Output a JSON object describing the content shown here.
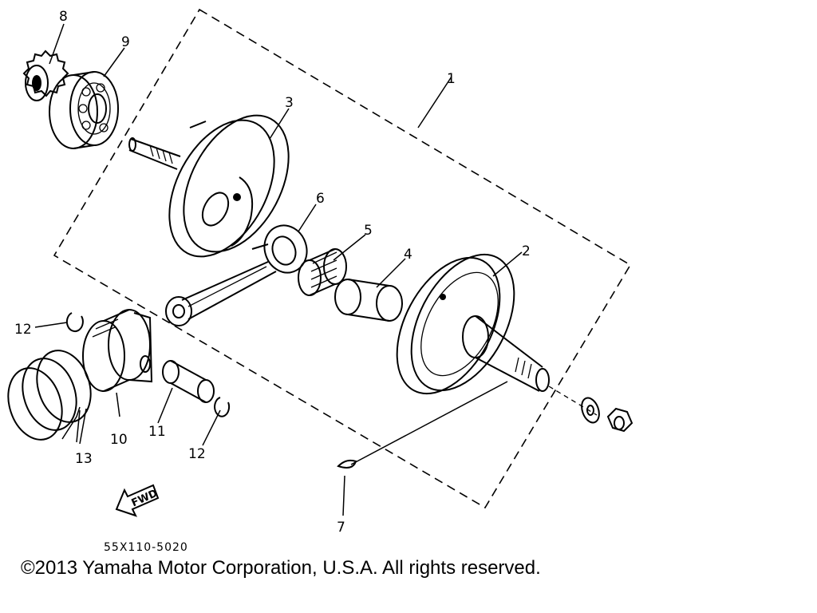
{
  "diagram": {
    "callouts": [
      {
        "id": "1",
        "label": "1"
      },
      {
        "id": "2",
        "label": "2"
      },
      {
        "id": "3",
        "label": "3"
      },
      {
        "id": "4",
        "label": "4"
      },
      {
        "id": "5",
        "label": "5"
      },
      {
        "id": "6",
        "label": "6"
      },
      {
        "id": "7",
        "label": "7"
      },
      {
        "id": "8",
        "label": "8"
      },
      {
        "id": "9",
        "label": "9"
      },
      {
        "id": "10",
        "label": "10"
      },
      {
        "id": "11",
        "label": "11"
      },
      {
        "id": "12a",
        "label": "12"
      },
      {
        "id": "12b",
        "label": "12"
      },
      {
        "id": "13",
        "label": "13"
      }
    ],
    "direction_label": "FWD",
    "drawing_code": "55X110-5020"
  },
  "footer": {
    "copyright": "©2013 Yamaha Motor Corporation, U.S.A. All rights reserved."
  }
}
